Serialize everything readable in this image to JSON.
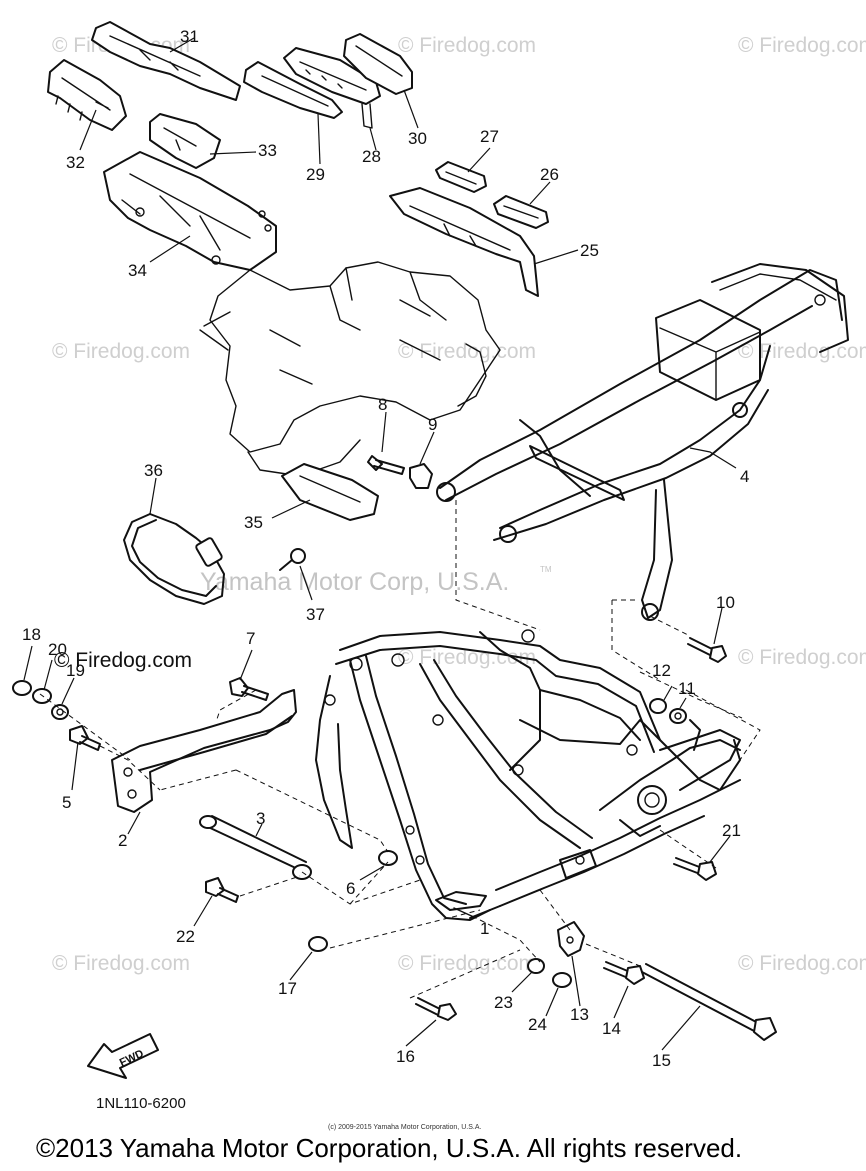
{
  "watermark_text": "© Firedog.com",
  "corp_watermark": "Yamaha Motor Corp, U.S.A.",
  "tm_mark": "TM",
  "fwd_label": "FWD",
  "diagram_code": "1NL110-6200",
  "small_copyright": "(c) 2009-2015 Yamaha Motor Corporation, U.S.A.",
  "footer_copyright": "©2013 Yamaha Motor Corporation, U.S.A. All rights reserved.",
  "part_numbers": {
    "p1": "1",
    "p2": "2",
    "p3": "3",
    "p4": "4",
    "p5": "5",
    "p6": "6",
    "p7": "7",
    "p8": "8",
    "p9": "9",
    "p10": "10",
    "p11": "11",
    "p12": "12",
    "p13": "13",
    "p14": "14",
    "p15": "15",
    "p16": "16",
    "p17": "17",
    "p18": "18",
    "p19": "19",
    "p20": "20",
    "p21": "21",
    "p22": "22",
    "p23": "23",
    "p24": "24",
    "p25": "25",
    "p26": "26",
    "p27": "27",
    "p28": "28",
    "p29": "29",
    "p30": "30",
    "p31": "31",
    "p32": "32",
    "p33": "33",
    "p34": "34",
    "p35": "35",
    "p36": "36",
    "p37": "37"
  }
}
